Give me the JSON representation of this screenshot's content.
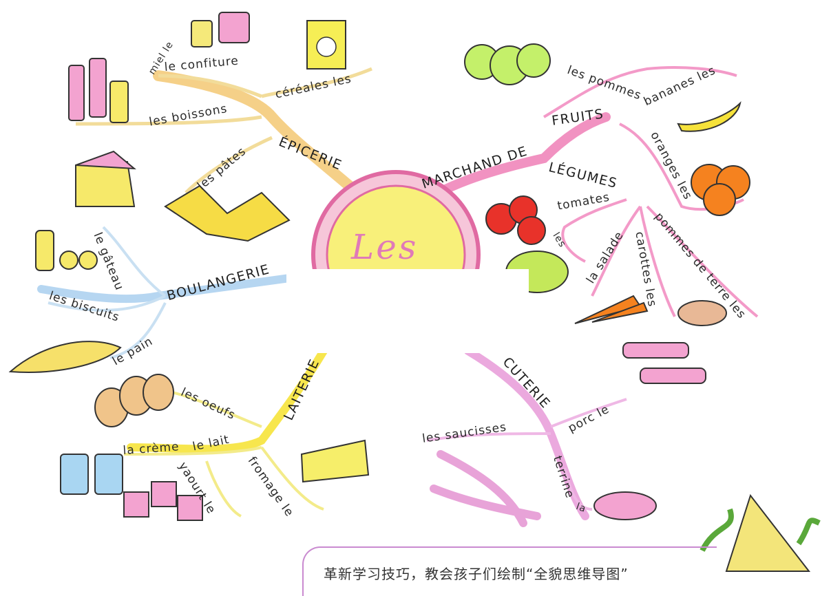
{
  "title": "Les",
  "categories": {
    "epicerie": "ÉPICERIE",
    "marchand": "MARCHAND DE",
    "fruits": "FRUITS",
    "legumes": "LÉGUMES",
    "boulangerie": "BOULANGERIE",
    "laiterie": "LAITERIE",
    "charcuterie": "CUTERIE"
  },
  "items": {
    "miel": "miel le",
    "confiture": "le confiture",
    "boissons": "les boissons",
    "cereales": "céréales les",
    "pates": "les pâtes",
    "pommes": "les pommes",
    "bananes": "bananes les",
    "oranges": "oranges les",
    "tomates": "tomates",
    "les_tomates": "les",
    "salade": "la salade",
    "carottes": "carottes les",
    "pommes_de_terre": "pommes de terre les",
    "gateau": "le gâteau",
    "biscuits": "les biscuits",
    "pain": "le pain",
    "oeufs": "les oeufs",
    "creme": "la crème",
    "lait": "le lait",
    "yaourt": "yaourt le",
    "fromage": "fromage le",
    "saucisses": "les saucisses",
    "porc": "porc le",
    "terrine": "terrine",
    "la_terrine": "la"
  },
  "caption": "革新学习技巧，教会孩子们绘制“全貌思维导图”",
  "colors": {
    "epicerie": "#f2c46a",
    "marchand": "#ef7fb6",
    "boulangerie": "#a9cfee",
    "laiterie": "#f6e33a",
    "charcuterie": "#e79ad8",
    "center_fill": "#f8f07a",
    "center_ring": "#e06aa2"
  }
}
